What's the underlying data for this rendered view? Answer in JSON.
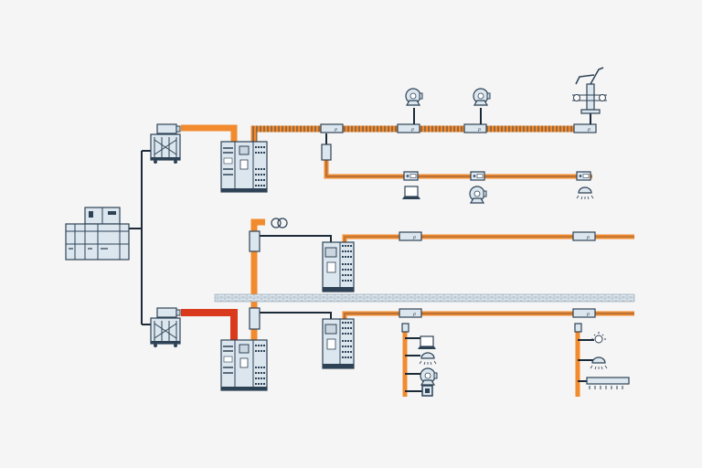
{
  "colors": {
    "background": "#f5f5f5",
    "outline": "#2e4255",
    "equipment_fill": "#dce6ee",
    "orange_busbar": "#f28a2e",
    "striped_busbar": "#b5733b",
    "red_busbar": "#d9391c",
    "control_line": "#1c2a38",
    "wall": "#b8c6d1"
  },
  "components": {
    "main_switchgear": "medium-voltage-switchgear",
    "transformers": [
      "cast-resin-transformer-top",
      "cast-resin-transformer-bottom"
    ],
    "switchboards": [
      "main-distribution-board-top",
      "main-distribution-board-bottom",
      "sub-distribution-board-upper",
      "sub-distribution-board-lower"
    ],
    "loads_top_trunk": [
      "motor",
      "motor",
      "robot-conveyor"
    ],
    "loads_top_branch": [
      "computer",
      "motor",
      "ceiling-lamp"
    ],
    "loads_left_riser": [
      "computer",
      "ceiling-lamp",
      "motor",
      "socket"
    ],
    "loads_right_riser": [
      "light-bulb",
      "ceiling-lamp",
      "fluorescent-lamp"
    ]
  },
  "icons": [
    "transformer-symbol-icon",
    "motor-icon",
    "computer-icon",
    "lamp-icon",
    "socket-icon",
    "bulb-icon",
    "robot-icon",
    "tap-off-unit-icon"
  ]
}
